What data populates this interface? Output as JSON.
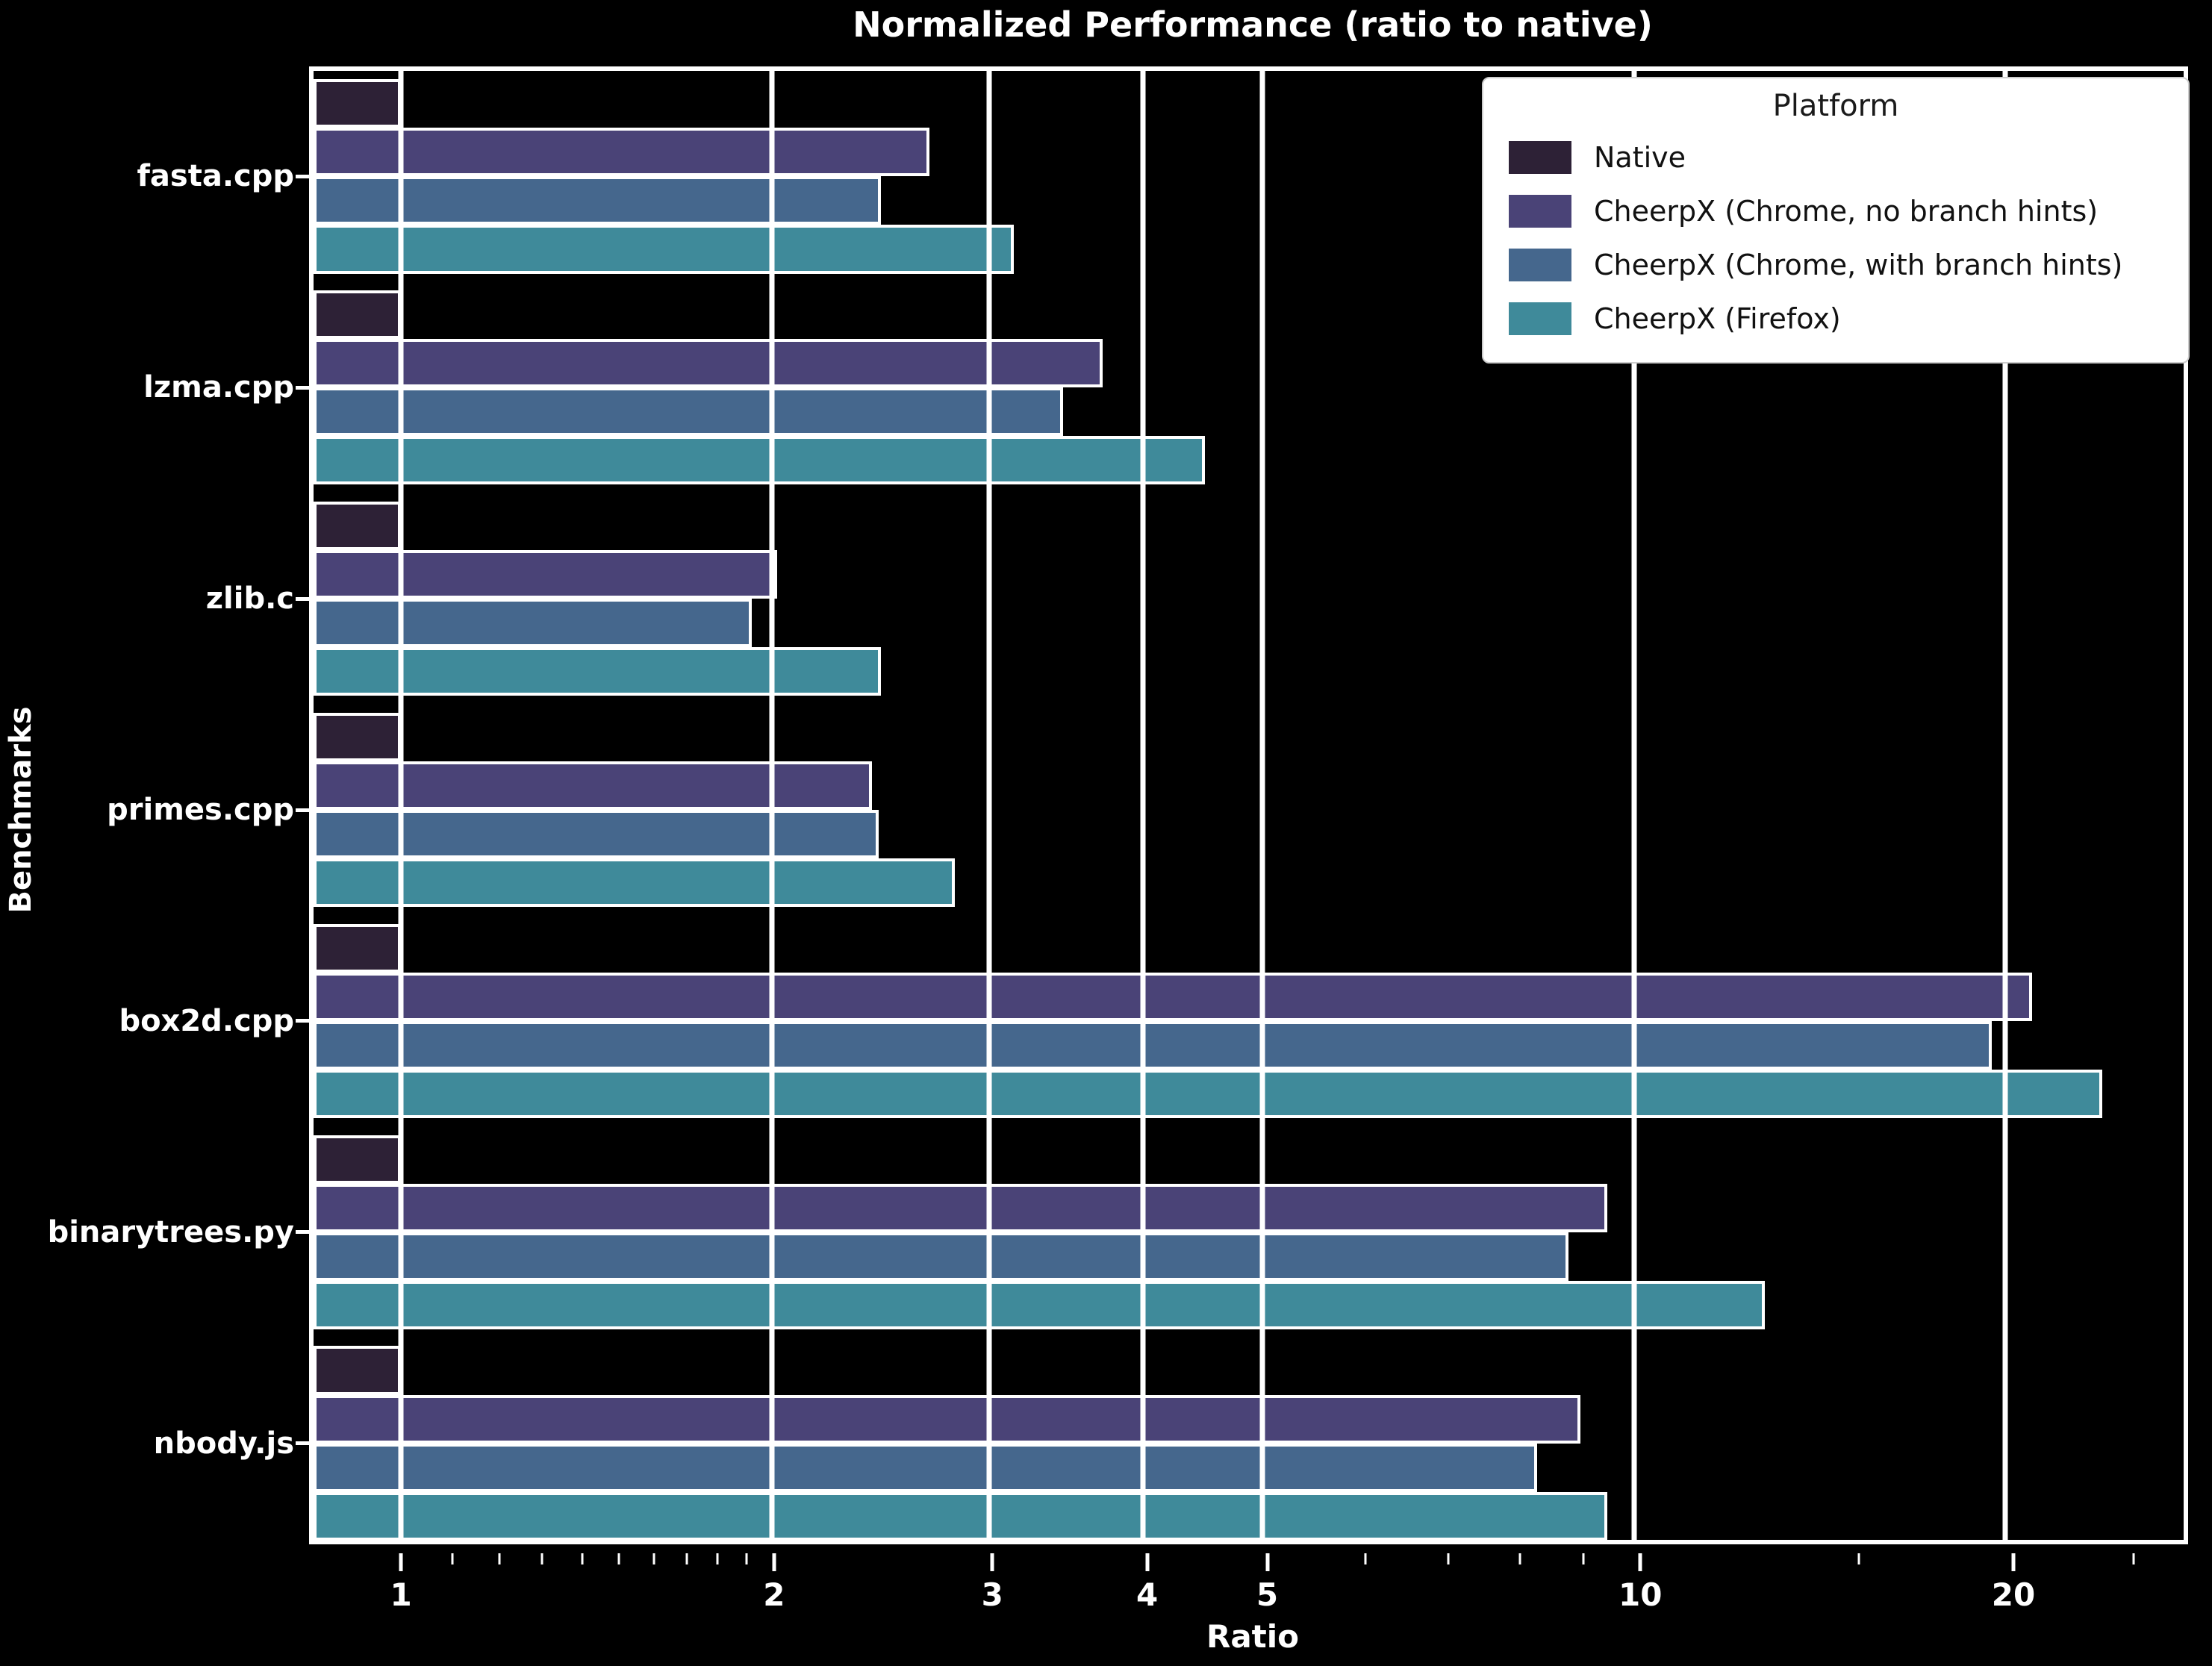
{
  "chart_data": {
    "type": "bar",
    "orientation": "horizontal",
    "title": "Normalized Performance (ratio to native)",
    "xlabel": "Ratio",
    "ylabel": "Benchmarks",
    "x_scale": "log",
    "xlim": [
      0.85,
      27.9
    ],
    "x_ticks_major": [
      1,
      2,
      3,
      4,
      5,
      10,
      20
    ],
    "x_tick_labels": [
      "1",
      "2",
      "3",
      "4",
      "5",
      "10",
      "20"
    ],
    "x_ticks_minor": [
      1.1,
      1.2,
      1.3,
      1.4,
      1.5,
      1.6,
      1.7,
      1.8,
      1.9,
      6,
      7,
      8,
      9,
      15,
      25
    ],
    "grid": true,
    "grid_color": "#ffffff",
    "background_color": "#000000",
    "text_color": "#ffffff",
    "legend_title": "Platform",
    "legend_position": "upper right",
    "categories": [
      "fasta.cpp",
      "lzma.cpp",
      "zlib.c",
      "primes.cpp",
      "box2d.cpp",
      "binarytrees.py",
      "nbody.js"
    ],
    "series": [
      {
        "name": "Native",
        "color": "#2d2136",
        "values": [
          1.0,
          1.0,
          1.0,
          1.0,
          1.0,
          1.0,
          1.0
        ]
      },
      {
        "name": "CheerpX (Chrome, no branch hints)",
        "color": "#4a4377",
        "values": [
          2.67,
          3.68,
          2.01,
          2.4,
          20.7,
          9.4,
          8.95
        ]
      },
      {
        "name": "CheerpX (Chrome, with branch hints)",
        "color": "#45678d",
        "values": [
          2.44,
          3.42,
          1.92,
          2.43,
          19.2,
          8.75,
          8.25
        ]
      },
      {
        "name": "CheerpX (Firefox)",
        "color": "#3f8a9a",
        "values": [
          3.12,
          4.45,
          2.44,
          2.8,
          23.6,
          12.6,
          9.4
        ]
      }
    ]
  }
}
